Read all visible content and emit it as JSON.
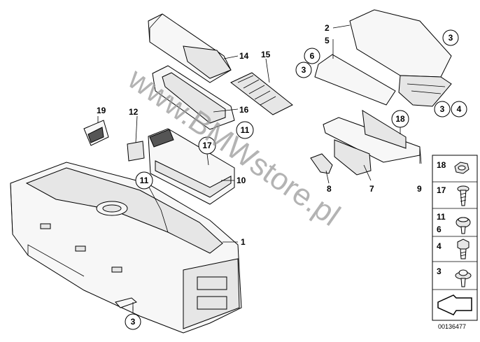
{
  "diagram": {
    "watermark": "www.BMWstore.pl",
    "reference_number": "00136477",
    "callouts": [
      {
        "id": "c1",
        "text": "1"
      },
      {
        "id": "c2",
        "text": "2"
      },
      {
        "id": "c3a",
        "text": "3"
      },
      {
        "id": "c3b",
        "text": "3"
      },
      {
        "id": "c3c",
        "text": "3"
      },
      {
        "id": "c3d",
        "text": "3"
      },
      {
        "id": "c4",
        "text": "4"
      },
      {
        "id": "c5",
        "text": "5"
      },
      {
        "id": "c6",
        "text": "6"
      },
      {
        "id": "c7",
        "text": "7"
      },
      {
        "id": "c8",
        "text": "8"
      },
      {
        "id": "c9",
        "text": "9"
      },
      {
        "id": "c10",
        "text": "10"
      },
      {
        "id": "c11a",
        "text": "11"
      },
      {
        "id": "c11b",
        "text": "11"
      },
      {
        "id": "c12",
        "text": "12"
      },
      {
        "id": "c14",
        "text": "14"
      },
      {
        "id": "c15",
        "text": "15"
      },
      {
        "id": "c16",
        "text": "16"
      },
      {
        "id": "c17",
        "text": "17"
      },
      {
        "id": "c18",
        "text": "18"
      },
      {
        "id": "c19",
        "text": "19"
      }
    ],
    "legend": [
      {
        "labels": [
          "18"
        ]
      },
      {
        "labels": [
          "17"
        ]
      },
      {
        "labels": [
          "11",
          "6"
        ]
      },
      {
        "labels": [
          "4"
        ]
      },
      {
        "labels": [
          "3"
        ]
      }
    ]
  }
}
